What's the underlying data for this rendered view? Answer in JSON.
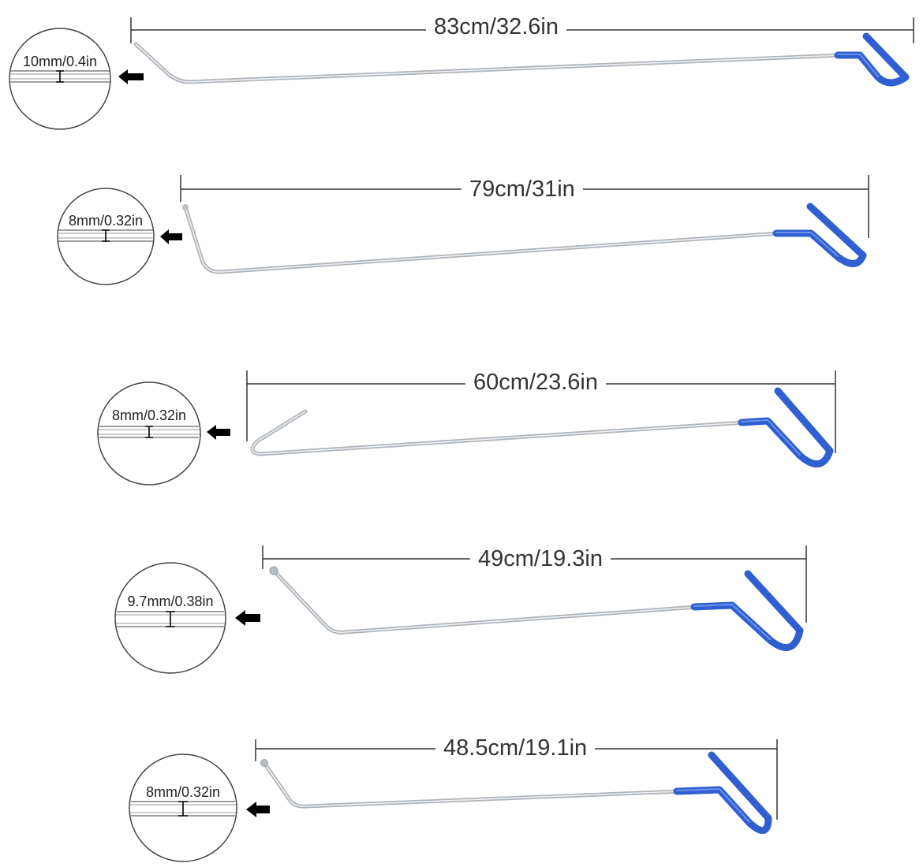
{
  "colors": {
    "background": "#ffffff",
    "rod_steel": "#b9bec3",
    "rod_highlight": "#eef1f3",
    "handle_blue": "#2f5fd0",
    "handle_blue_light": "#6b93ee",
    "dimension_line": "#333333"
  },
  "tools": [
    {
      "length_label": "83cm/32.6in",
      "diameter_label": "10mm/0.4in",
      "tip_shape": "angled",
      "zoom_icon": "magnifier-circle",
      "pointer_icon": "left-arrow"
    },
    {
      "length_label": "79cm/31in",
      "diameter_label": "8mm/0.32in",
      "tip_shape": "upright",
      "zoom_icon": "magnifier-circle",
      "pointer_icon": "left-arrow"
    },
    {
      "length_label": "60cm/23.6in",
      "diameter_label": "8mm/0.32in",
      "tip_shape": "hook",
      "zoom_icon": "magnifier-circle",
      "pointer_icon": "left-arrow"
    },
    {
      "length_label": "49cm/19.3in",
      "diameter_label": "9.7mm/0.38in",
      "tip_shape": "ball",
      "zoom_icon": "magnifier-circle",
      "pointer_icon": "left-arrow"
    },
    {
      "length_label": "48.5cm/19.1in",
      "diameter_label": "8mm/0.32in",
      "tip_shape": "ball",
      "zoom_icon": "magnifier-circle",
      "pointer_icon": "left-arrow"
    }
  ]
}
